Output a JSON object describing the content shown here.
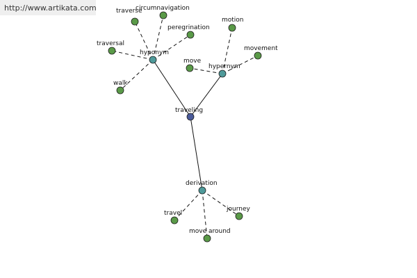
{
  "watermark": {
    "text": "http://www.artikata.com"
  },
  "colors": {
    "center": "#4a5a9a",
    "relation": "#4f9a9a",
    "leaf": "#5a9a48",
    "watermark_bg": "#efefef"
  },
  "diagram": {
    "center": {
      "id": "traveling",
      "label": "traveling"
    },
    "relations": [
      {
        "id": "hyponym",
        "label": "hyponym"
      },
      {
        "id": "hypernym",
        "label": "hypernym"
      },
      {
        "id": "derivation",
        "label": "derivation"
      }
    ],
    "leaves": [
      {
        "id": "traverse",
        "label": "traverse",
        "parent": "hyponym"
      },
      {
        "id": "circumnavigation",
        "label": "circumnavigation",
        "parent": "hyponym"
      },
      {
        "id": "peregrination",
        "label": "peregrination",
        "parent": "hyponym"
      },
      {
        "id": "traversal",
        "label": "traversal",
        "parent": "hyponym"
      },
      {
        "id": "walk",
        "label": "walk",
        "parent": "hyponym"
      },
      {
        "id": "motion",
        "label": "motion",
        "parent": "hypernym"
      },
      {
        "id": "movement",
        "label": "movement",
        "parent": "hypernym"
      },
      {
        "id": "move",
        "label": "move",
        "parent": "hypernym"
      },
      {
        "id": "travel",
        "label": "travel",
        "parent": "derivation"
      },
      {
        "id": "move-around",
        "label": "move around",
        "parent": "derivation"
      },
      {
        "id": "journey",
        "label": "journey",
        "parent": "derivation"
      }
    ]
  }
}
